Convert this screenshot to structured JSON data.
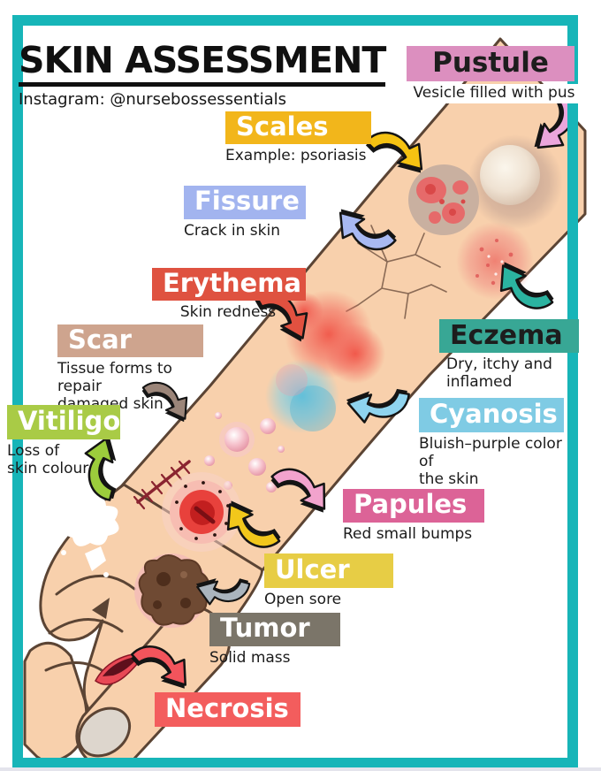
{
  "page": {
    "title": "SKIN ASSESSMENT",
    "subtitle": "Instagram: @nursebossessentials"
  },
  "colors": {
    "frame_border": "#17b5b8",
    "background": "#ffffff",
    "skin": "#f8d0ac",
    "skin_outline": "#5b4434",
    "nail": "#ddd6cd",
    "title_text": "#101010"
  },
  "labels": [
    {
      "id": "pustule",
      "name": "Pustule",
      "description": "Vesicle filled with pus",
      "bg": "#DC8FBF",
      "fg": "#1d1d1d",
      "arrow_color": "#EBA6DC"
    },
    {
      "id": "scales",
      "name": "Scales",
      "description": "Example: psoriasis",
      "bg": "#F2B61B",
      "fg": "#ffffff",
      "arrow_color": "#F5C212"
    },
    {
      "id": "fissure",
      "name": "Fissure",
      "description": "Crack in skin",
      "bg": "#A2B4EF",
      "fg": "#ffffff",
      "arrow_color": "#A8B9F2"
    },
    {
      "id": "erythema",
      "name": "Erythema",
      "description": "Skin redness",
      "bg": "#DF5240",
      "fg": "#ffffff",
      "arrow_color": "#E25140"
    },
    {
      "id": "scar",
      "name": "Scar",
      "description": "Tissue forms to repair\ndamaged skin",
      "bg": "#CEA48E",
      "fg": "#ffffff",
      "arrow_color": "#9B8579"
    },
    {
      "id": "eczema",
      "name": "Eczema",
      "description": "Dry, itchy and\ninflamed",
      "bg": "#38A795",
      "fg": "#1d1d1d",
      "arrow_color": "#2BB3A0"
    },
    {
      "id": "vitiligo",
      "name": "Vitiligo",
      "description": "Loss of\nskin colour",
      "bg": "#A9CB46",
      "fg": "#ffffff",
      "arrow_color": "#9CCD3C"
    },
    {
      "id": "cyanosis",
      "name": "Cyanosis",
      "description": "Bluish–purple color of\nthe skin",
      "bg": "#7FCBE4",
      "fg": "#ffffff",
      "arrow_color": "#8FD4EF"
    },
    {
      "id": "papules",
      "name": "Papules",
      "description": "Red small bumps",
      "bg": "#DC6397",
      "fg": "#ffffff",
      "arrow_color": "#F2A3CD"
    },
    {
      "id": "ulcer",
      "name": "Ulcer",
      "description": "Open sore",
      "bg": "#E7CD45",
      "fg": "#ffffff",
      "arrow_color": "#F2C71B"
    },
    {
      "id": "tumor",
      "name": "Tumor",
      "description": "Solid mass",
      "bg": "#7B7569",
      "fg": "#ffffff",
      "arrow_color": "#AAB4BD"
    },
    {
      "id": "necrosis",
      "name": "Necrosis",
      "description": "",
      "bg": "#F35D5D",
      "fg": "#ffffff",
      "arrow_color": "#F2545C"
    }
  ],
  "illustration": {
    "subject": "arm-and-hand-with-skin-lesions",
    "lesions": [
      "pustule",
      "scales",
      "fissure",
      "eczema",
      "erythema",
      "cyanosis",
      "papules",
      "scar",
      "vitiligo",
      "ulcer",
      "tumor",
      "necrosis"
    ]
  }
}
